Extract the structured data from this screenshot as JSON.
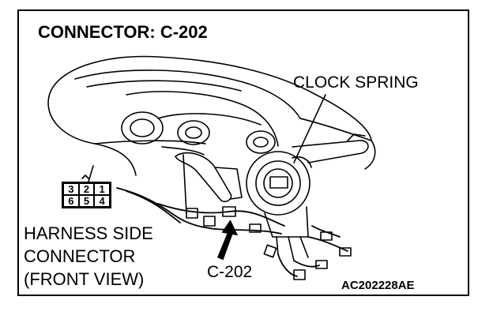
{
  "diagram": {
    "title": "CONNECTOR: C-202",
    "clock_spring_label": "CLOCK SPRING",
    "harness_label_lines": [
      "HARNESS SIDE",
      "CONNECTOR",
      "(FRONT VIEW)"
    ],
    "connector_label": "C-202",
    "figure_code": "AC202228AE",
    "connector_pins": {
      "top_row": [
        "3",
        "2",
        "1"
      ],
      "bottom_row": [
        "6",
        "5",
        "4"
      ]
    },
    "icons": [
      "dashboard-outline",
      "steering-column",
      "clock-spring",
      "wire-harness",
      "pointer-arrow"
    ]
  }
}
